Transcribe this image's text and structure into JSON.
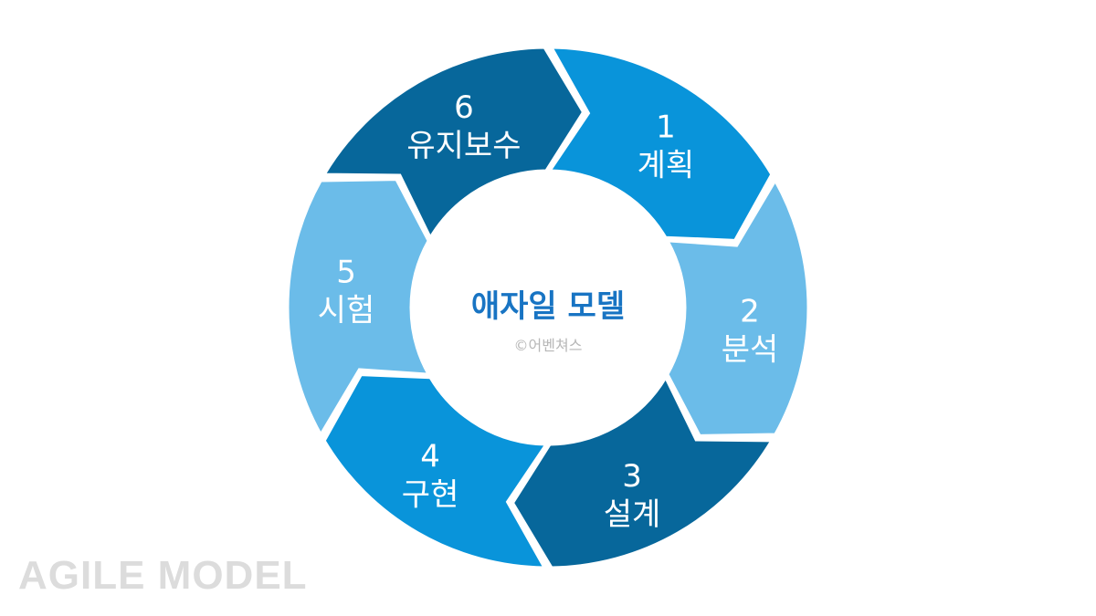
{
  "diagram": {
    "center_title": "애자일 모델",
    "center_copyright": "©어벤쳐스",
    "steps": [
      {
        "number": "1",
        "label": "계획",
        "color": "#0994da"
      },
      {
        "number": "2",
        "label": "분석",
        "color": "#6bbce9"
      },
      {
        "number": "3",
        "label": "설계",
        "color": "#07679b"
      },
      {
        "number": "4",
        "label": "구현",
        "color": "#0994da"
      },
      {
        "number": "5",
        "label": "시험",
        "color": "#6bbce9"
      },
      {
        "number": "6",
        "label": "유지보수",
        "color": "#07679b"
      }
    ]
  },
  "footer": {
    "title": "AGILE MODEL"
  }
}
